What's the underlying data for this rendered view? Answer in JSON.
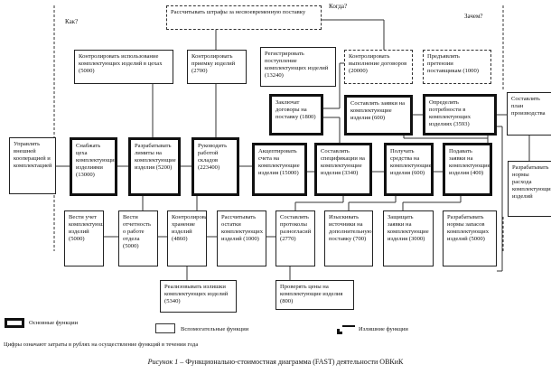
{
  "questions": {
    "how": "Как?",
    "when": "Когда?",
    "why": "Зачем?"
  },
  "boxes": [
    {
      "text": "Рассчитывать штрафы за несвоевременную поставку",
      "type": "dashed"
    },
    {
      "text": "Контролировать использование комплектующих изделий в цехах (5000)",
      "type": "aux"
    },
    {
      "text": "Контролировать приемку изделий (2700)",
      "type": "aux"
    },
    {
      "text": "Регистрировать поступление комплектующих изделий (13240)",
      "type": "aux"
    },
    {
      "text": "Контролировать выполнение договоров (20000)",
      "type": "dashed"
    },
    {
      "text": "Предъявлять претензии поставщикам (1000)",
      "type": "dashed"
    },
    {
      "text": "Заключат договоры на поставку (1800)",
      "type": "main"
    },
    {
      "text": "Составлять заявки на комплектующие изделия (600)",
      "type": "main"
    },
    {
      "text": "Определять потребности в комплектующих изделиях (3593)",
      "type": "main"
    },
    {
      "text": "Составлять план производства",
      "type": "aux"
    },
    {
      "text": "Управлять внешней кооперацией и комплектацией",
      "type": "aux"
    },
    {
      "text": "Снабжать цеха комплектующими изделиями (13000)",
      "type": "main"
    },
    {
      "text": "Разрабатывать лимиты на комплектующие изделия (5200)",
      "type": "main"
    },
    {
      "text": "Руководить работой складов (223400)",
      "type": "main"
    },
    {
      "text": "Акцептировать счета на комплектующие изделия (15000)",
      "type": "main"
    },
    {
      "text": "Составлять спецификации на комплектующие изделия (3340)",
      "type": "main"
    },
    {
      "text": "Получать средства на комплектующие изделия (600)",
      "type": "main"
    },
    {
      "text": "Подавать заявки на комплектующие изделия (400)",
      "type": "main"
    },
    {
      "text": "Разрабатывать нормы расхода комплектующих изделий",
      "type": "aux"
    },
    {
      "text": "Вести учет комплектующих изделий (5000)",
      "type": "aux"
    },
    {
      "text": "Вести отчетность о работе отдела (5000)",
      "type": "aux"
    },
    {
      "text": "Контролировать хранение изделий (4860)",
      "type": "aux"
    },
    {
      "text": "Рассчитывать остатки комплектующих изделий (1000)",
      "type": "aux"
    },
    {
      "text": "Составлять протоколы разногласий (2770)",
      "type": "aux"
    },
    {
      "text": "Изыскивать источники на дополнительную поставку (700)",
      "type": "aux"
    },
    {
      "text": "Защищать заявки на комплектующие изделия (3000)",
      "type": "aux"
    },
    {
      "text": "Разрабатывать нормы запасов комплектующих изделий (5000)",
      "type": "aux"
    },
    {
      "text": "Реализовывать излишки комплектующих изделий (5340)",
      "type": "aux"
    },
    {
      "text": "Проверять цены на комплектующие изделия (800)",
      "type": "aux"
    }
  ],
  "legend": {
    "main": "Основные функции",
    "aux": "Вспомогательные функции",
    "excess": "Излишние функции"
  },
  "note": "Цифры означают затраты в рублях на осуществление функций в течении года",
  "caption": {
    "prefix": "Рисунок 1",
    "text": " – Функционально-стоимостная диаграмма (FAST) деятельности ОВКиК"
  }
}
